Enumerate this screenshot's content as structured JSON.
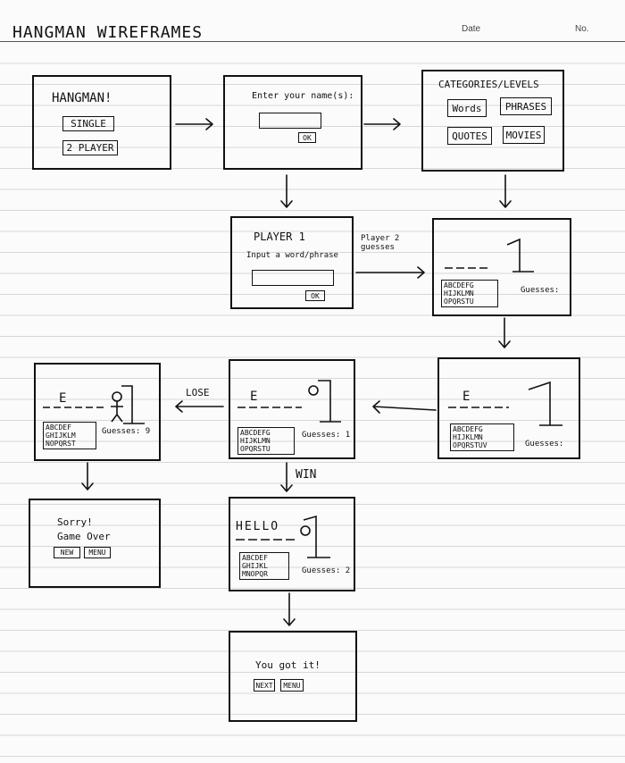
{
  "header": {
    "title": "HANGMAN WIREFRAMES",
    "date_label": "Date",
    "no_label": "No."
  },
  "screens": {
    "start": {
      "title": "HANGMAN!",
      "single": "SINGLE",
      "two_player": "2 PLAYER"
    },
    "name": {
      "prompt": "Enter your name(s):",
      "ok": "OK"
    },
    "categories": {
      "title": "CATEGORIES/LEVELS",
      "words": "Words",
      "phrases": "PHRASES",
      "quotes": "QUOTES",
      "movies": "MOVIES"
    },
    "player1": {
      "title": "PLAYER 1",
      "prompt": "Input a word/phrase",
      "ok": "OK"
    },
    "game_start": {
      "keyboard": "ABCDEFG\nHIJKLMN\nOPQRSTU",
      "guesses": "Guesses:"
    },
    "game_progress": {
      "letter": "E",
      "keyboard": "ABCDEFG\nHIJKLMN\nOPQRSTUV",
      "guesses": "Guesses:"
    },
    "game_mid": {
      "letter": "E",
      "keyboard": "ABCDEFG\nHIJKLMN\nOPQRSTU",
      "guesses": "Guesses: 1"
    },
    "game_lost": {
      "letter": "E",
      "keyboard": "ABCDEF\nGHIJKLM\nNOPQRST",
      "guesses": "Guesses: 9"
    },
    "game_over": {
      "line1": "Sorry!",
      "line2": "Game Over",
      "new": "NEW",
      "menu": "MENU"
    },
    "game_won": {
      "word": "HELLO",
      "keyboard": "ABCDEF\nGHIJKL\nMNOPQR",
      "guesses": "Guesses: 2"
    },
    "win": {
      "message": "You got it!",
      "next": "NEXT",
      "menu": "MENU"
    }
  },
  "flow_labels": {
    "player2": "Player 2\nguesses",
    "lose": "LOSE",
    "win": "WIN"
  }
}
